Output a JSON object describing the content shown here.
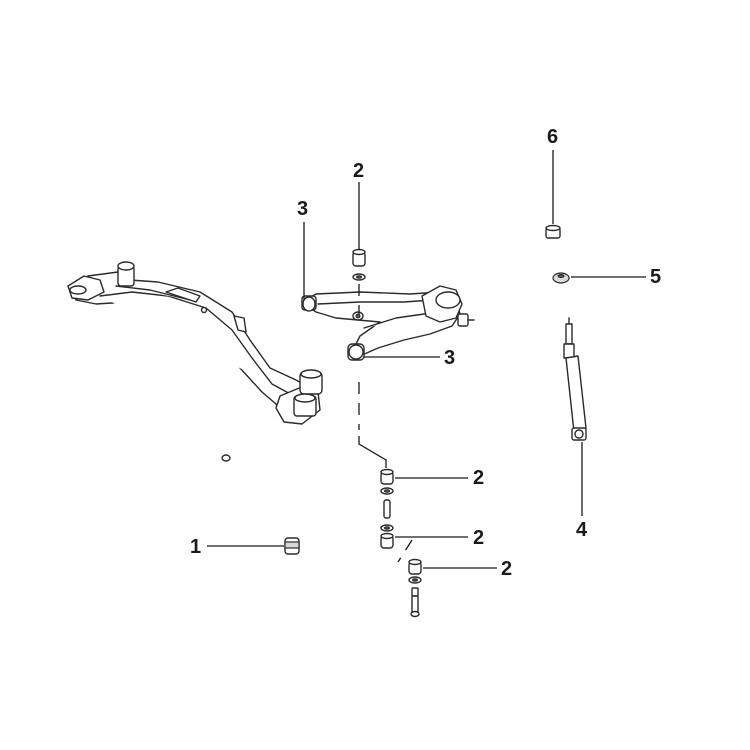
{
  "callouts": [
    {
      "id": "c1",
      "text": "1"
    },
    {
      "id": "c2a",
      "text": "2"
    },
    {
      "id": "c2b",
      "text": "2"
    },
    {
      "id": "c2c",
      "text": "2"
    },
    {
      "id": "c2d",
      "text": "2"
    },
    {
      "id": "c3a",
      "text": "3"
    },
    {
      "id": "c3b",
      "text": "3"
    },
    {
      "id": "c4",
      "text": "4"
    },
    {
      "id": "c5",
      "text": "5"
    },
    {
      "id": "c6",
      "text": "6"
    }
  ]
}
